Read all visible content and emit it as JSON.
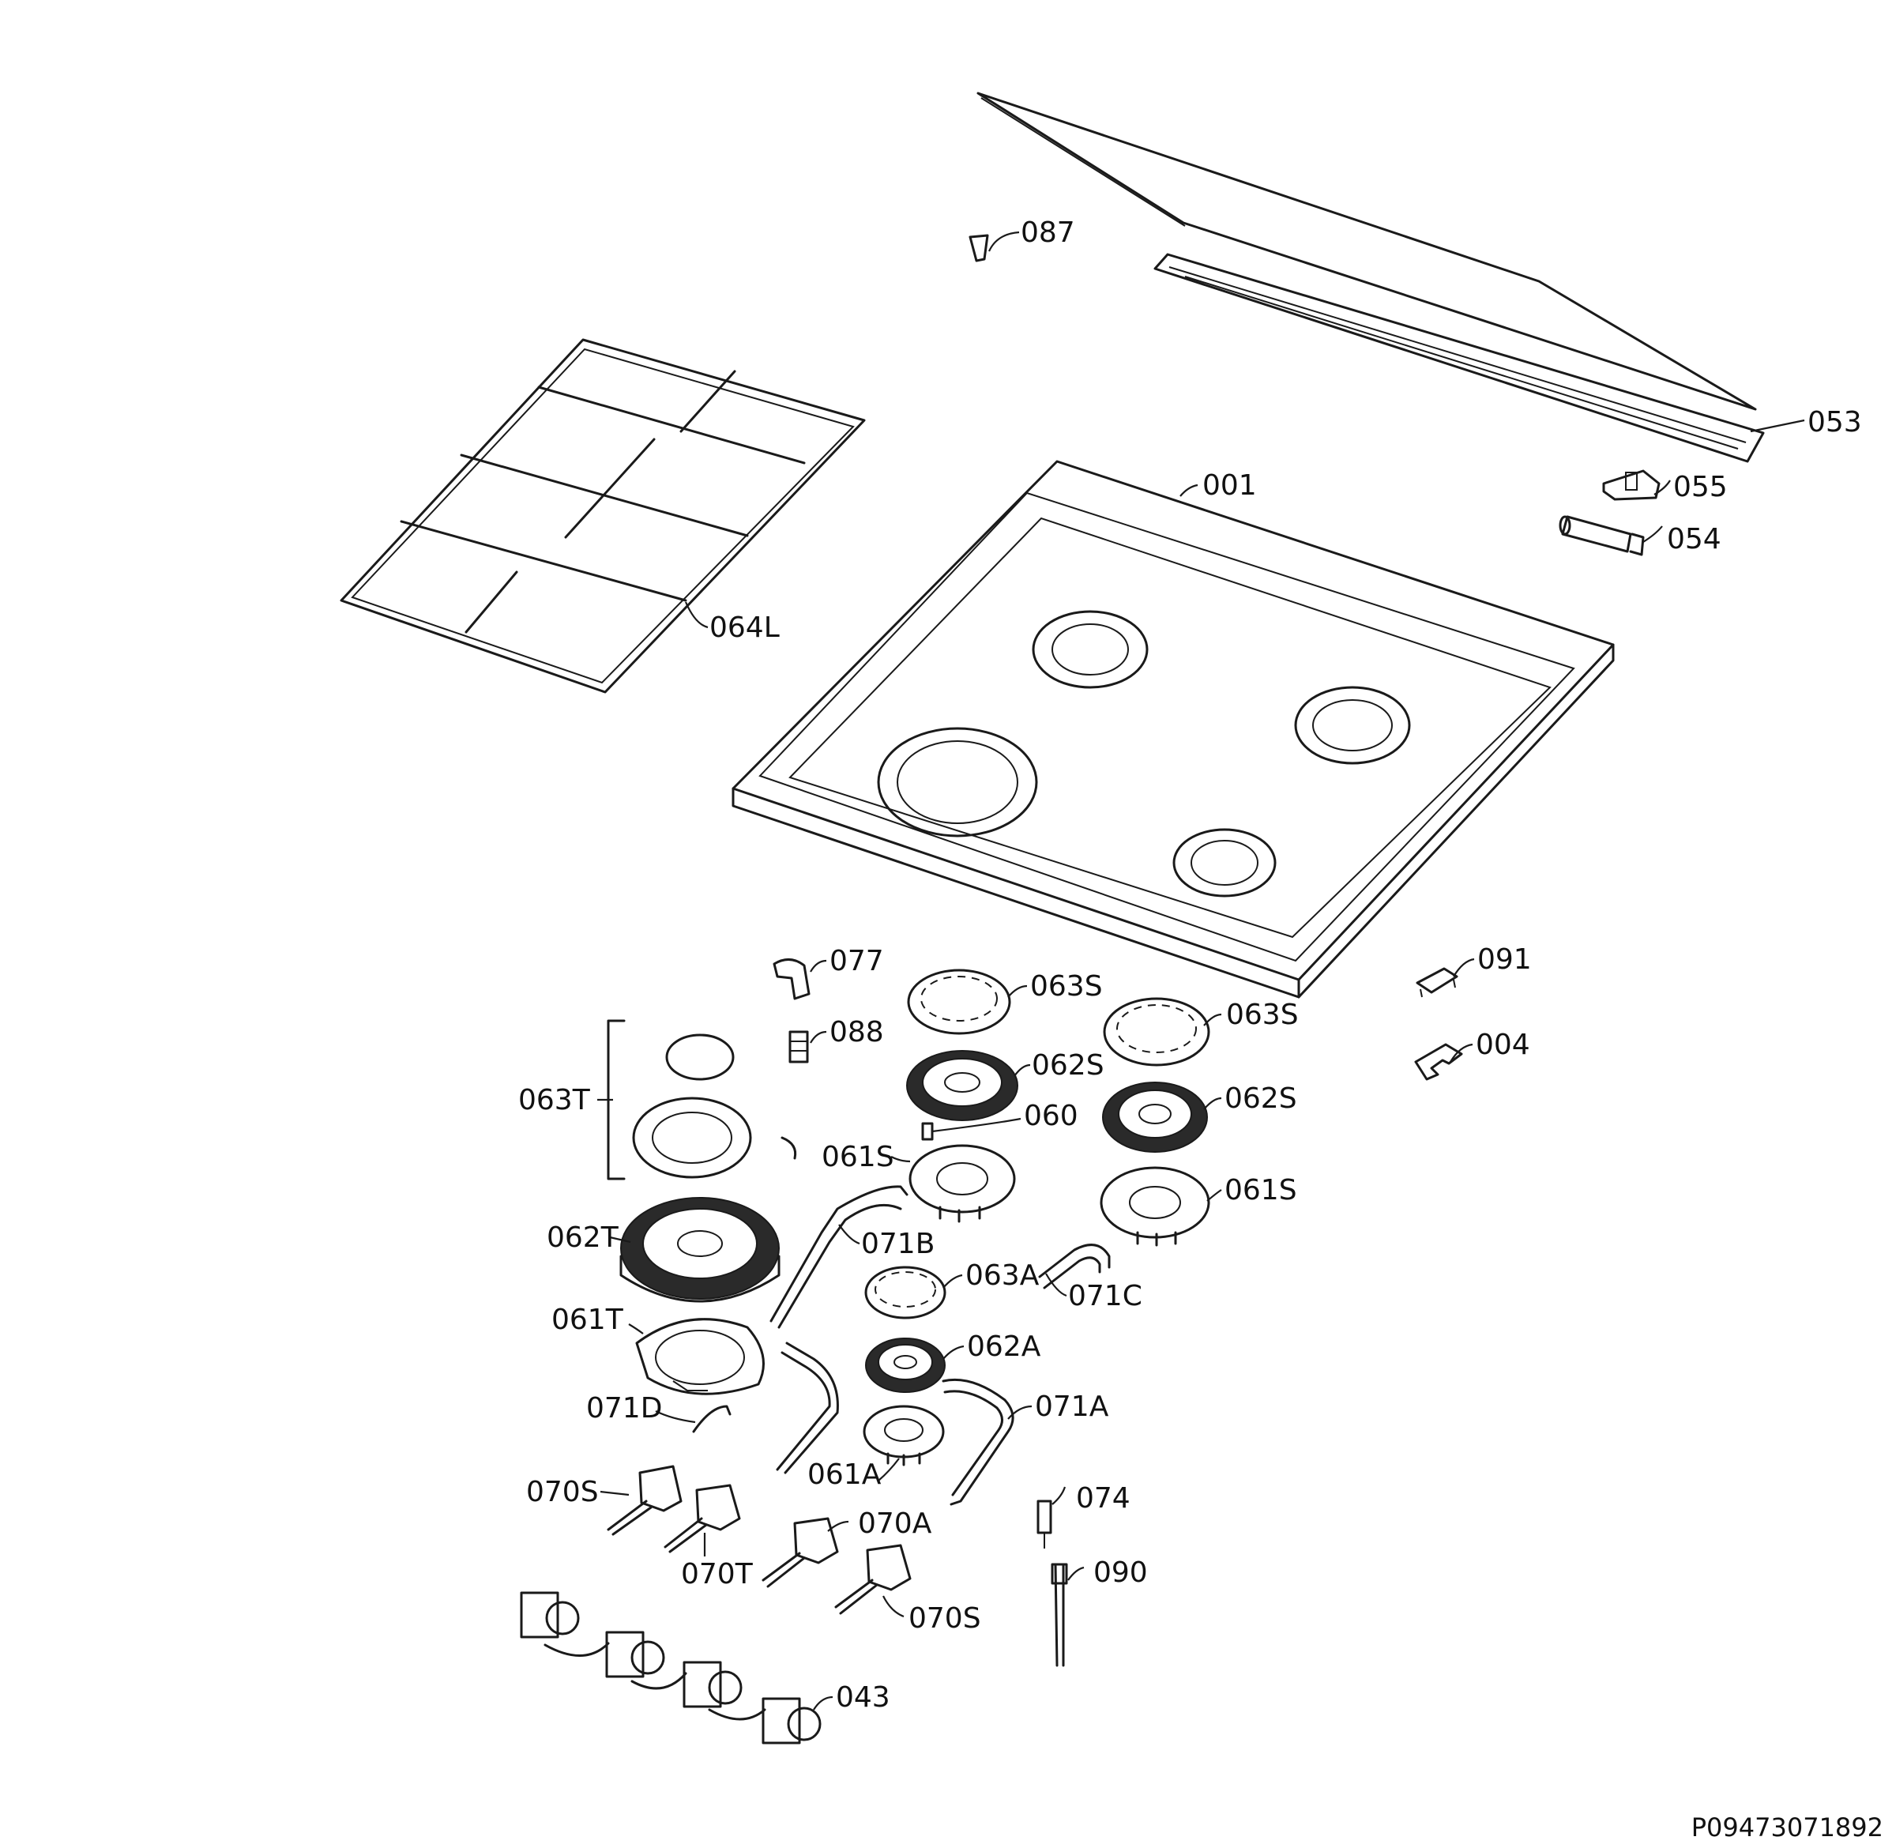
{
  "diagram": {
    "labels": {
      "l053": "053",
      "l087": "087",
      "l001": "001",
      "l055": "055",
      "l054": "054",
      "l064L": "064L",
      "l077": "077",
      "l063S_a": "063S",
      "l063S_b": "063S",
      "l088": "088",
      "l063T": "063T",
      "l062S_a": "062S",
      "l062S_b": "062S",
      "l060": "060",
      "l061S_a": "061S",
      "l061S_b": "061S",
      "l091": "091",
      "l004": "004",
      "l062T": "062T",
      "l071B": "071B",
      "l063A": "063A",
      "l071C": "071C",
      "l061T": "061T",
      "l062A": "062A",
      "l071D": "071D",
      "l071A": "071A",
      "l070S_a": "070S",
      "l070T": "070T",
      "l061A": "061A",
      "l074": "074",
      "l070A": "070A",
      "l090": "090",
      "l070S_b": "070S",
      "l043": "043"
    },
    "drawing_code": "P09473071892"
  }
}
